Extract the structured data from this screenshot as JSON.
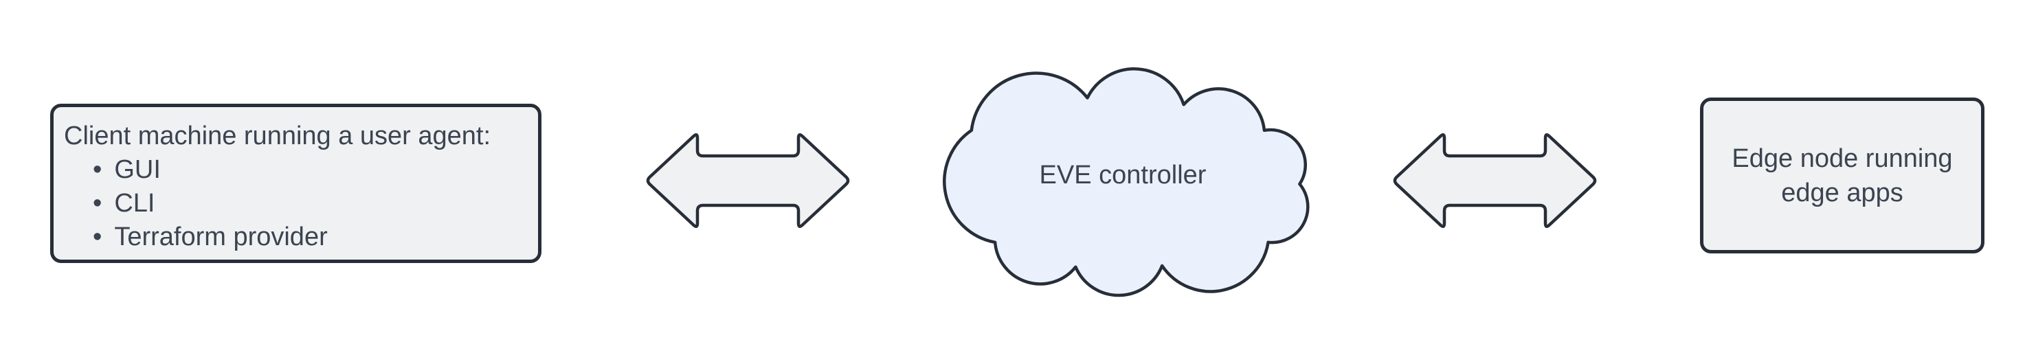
{
  "diagram": {
    "type": "architecture-diagram",
    "nodes": {
      "client": {
        "title": "Client machine running a user agent:",
        "bullet": "•",
        "items": [
          "GUI",
          "CLI",
          "Terraform provider"
        ]
      },
      "controller": {
        "label": "EVE controller",
        "shape": "cloud"
      },
      "edge_node": {
        "label": "Edge node running edge apps",
        "shape": "rectangle"
      }
    },
    "connectors": {
      "client_to_controller": "bidirectional-arrow",
      "controller_to_edge_node": "bidirectional-arrow"
    },
    "colors": {
      "background": "#ffffff",
      "stroke": "#272e37",
      "text": "#3b4450",
      "node_fill": "#f0f1f3",
      "cloud_fill": "#eaf1fc",
      "arrow_fill": "#eff1f3"
    }
  }
}
